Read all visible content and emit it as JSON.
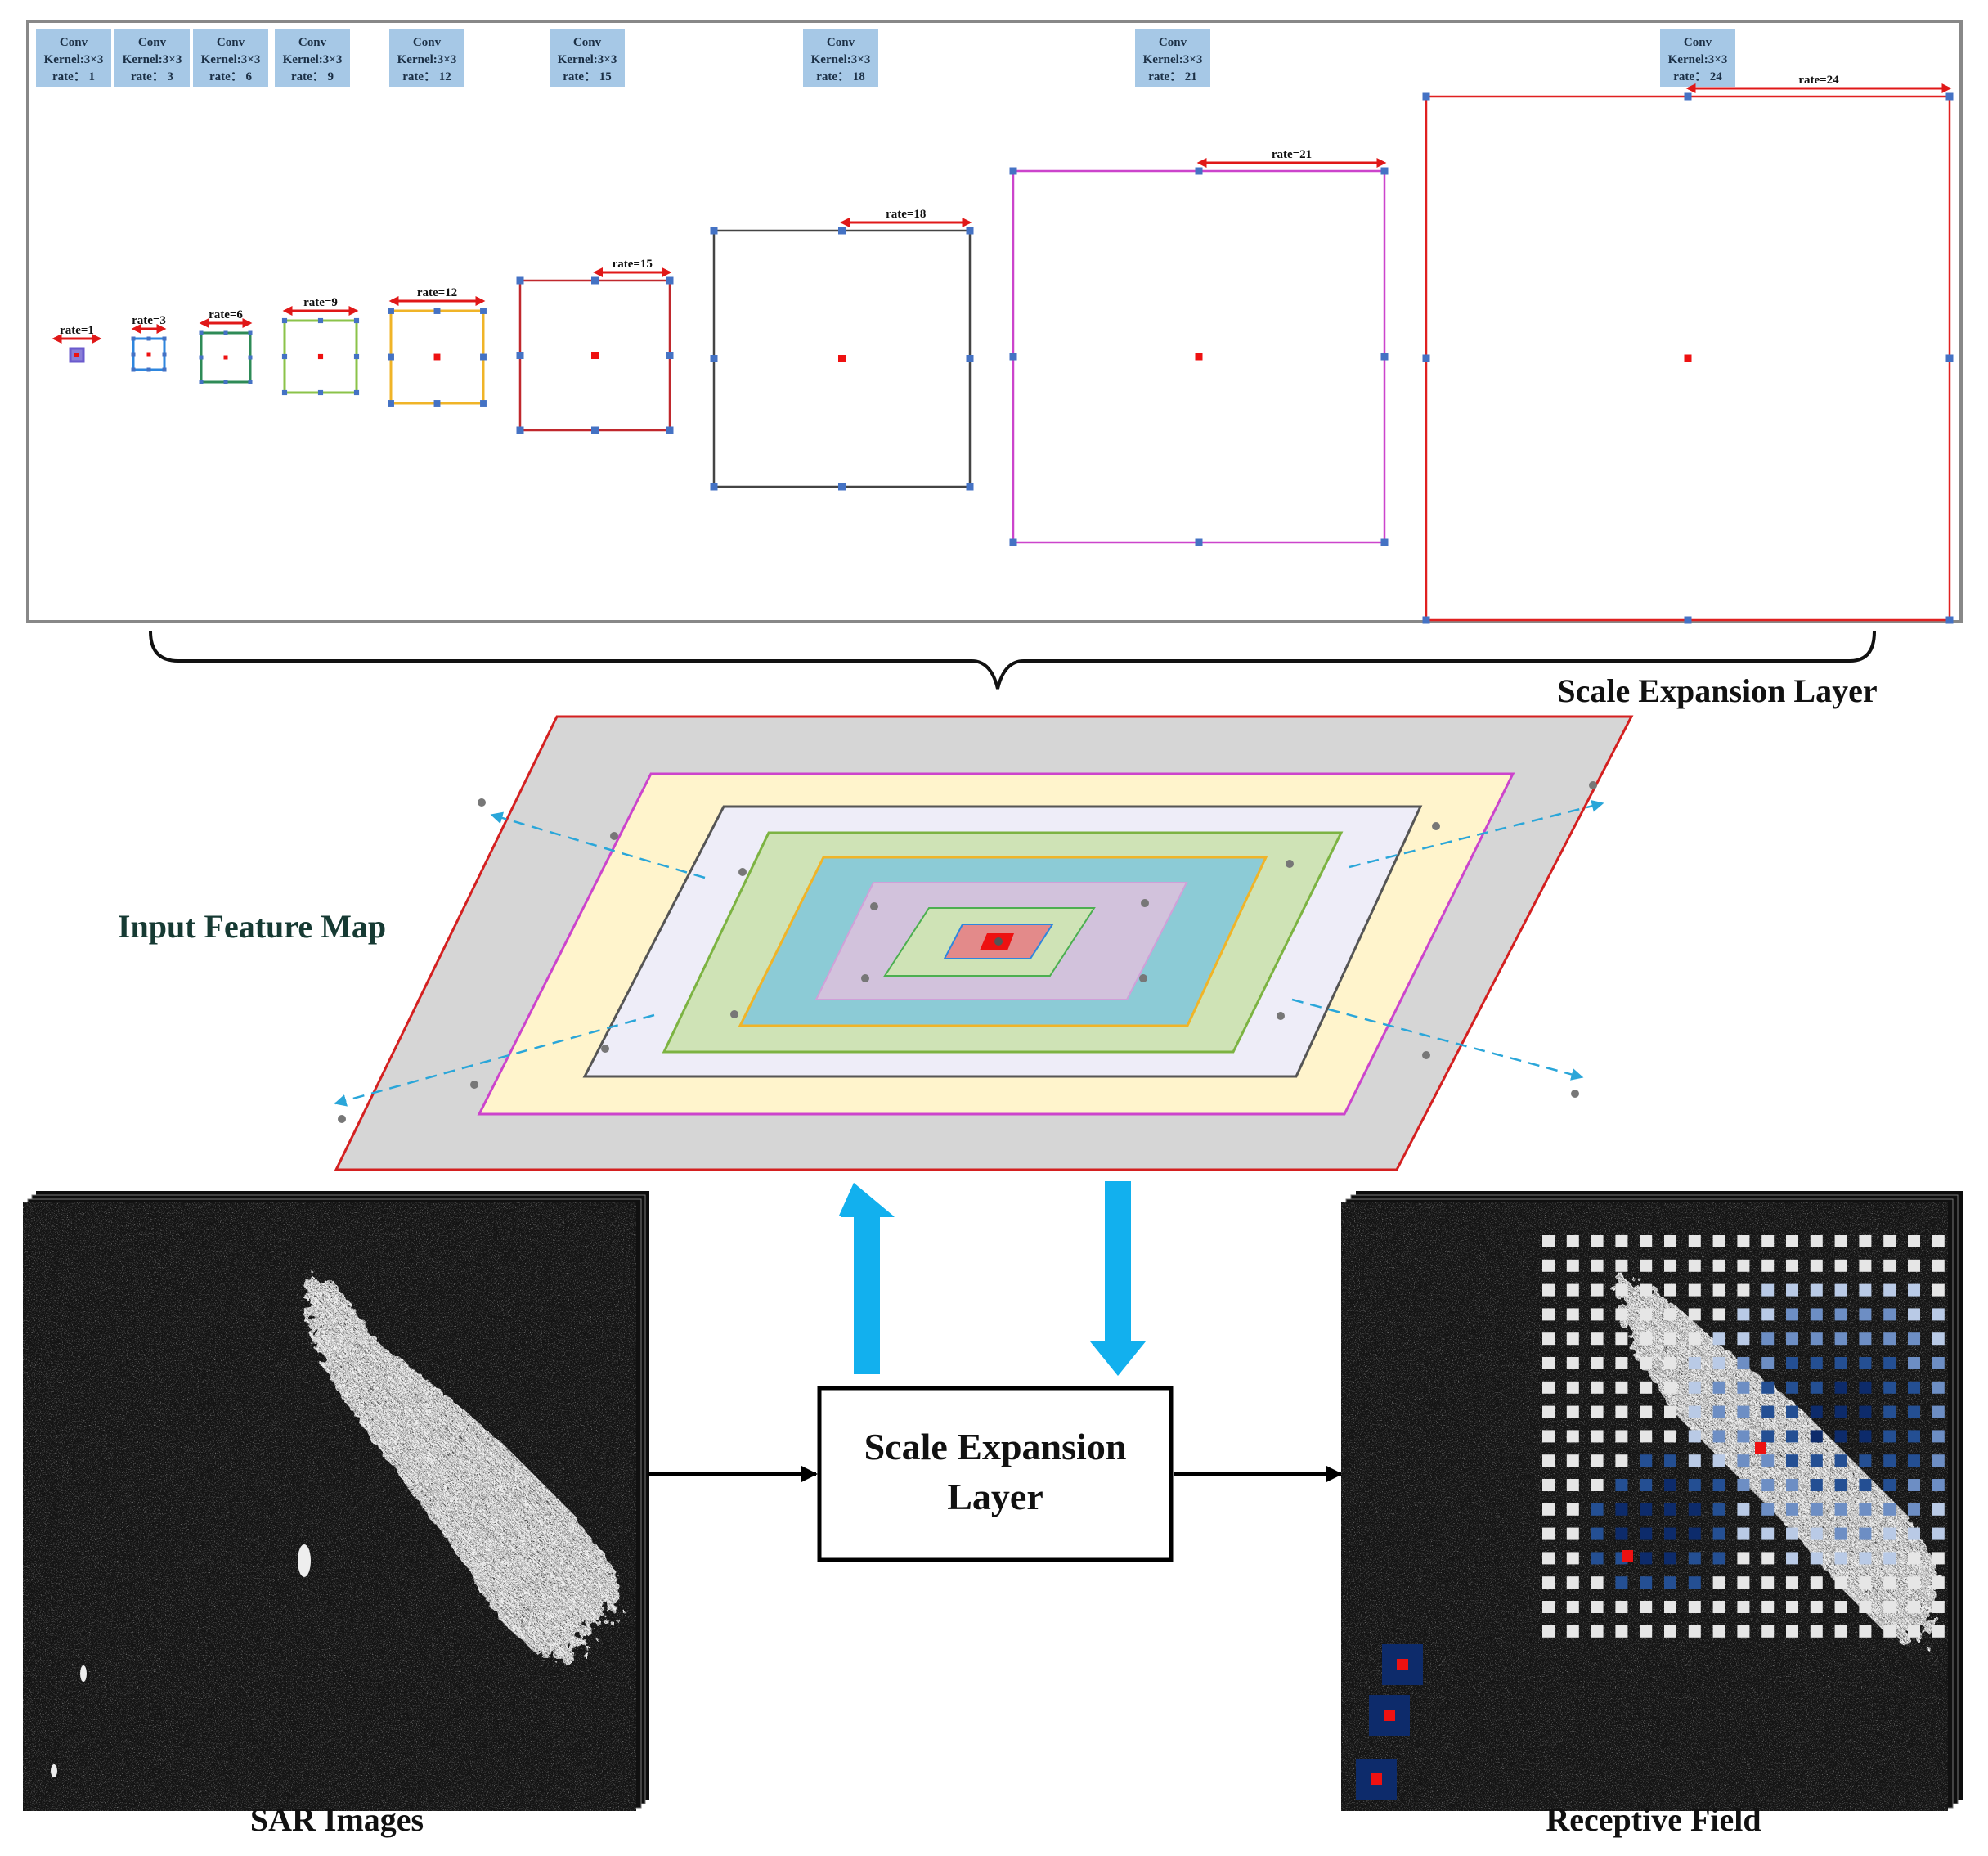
{
  "conv_blocks": [
    {
      "title": "Conv",
      "kernel": "Kernel:3×3",
      "rate": "rate： 1"
    },
    {
      "title": "Conv",
      "kernel": "Kernel:3×3",
      "rate": "rate： 3"
    },
    {
      "title": "Conv",
      "kernel": "Kernel:3×3",
      "rate": "rate： 6"
    },
    {
      "title": "Conv",
      "kernel": "Kernel:3×3",
      "rate": "rate： 9"
    },
    {
      "title": "Conv",
      "kernel": "Kernel:3×3",
      "rate": "rate： 12"
    },
    {
      "title": "Conv",
      "kernel": "Kernel:3×3",
      "rate": "rate： 15"
    },
    {
      "title": "Conv",
      "kernel": "Kernel:3×3",
      "rate": "rate： 18"
    },
    {
      "title": "Conv",
      "kernel": "Kernel:3×3",
      "rate": "rate： 21"
    },
    {
      "title": "Conv",
      "kernel": "Kernel:3×3",
      "rate": "rate： 24"
    }
  ],
  "rate_labels": [
    "rate=1",
    "rate=3",
    "rate=6",
    "rate=9",
    "rate=12",
    "rate=15",
    "rate=18",
    "rate=21",
    "rate=24"
  ],
  "kernel_colors": [
    "#6a5acd",
    "#2e86de",
    "#2e8b57",
    "#8bc34a",
    "#f0b428",
    "#c0282d",
    "#444444",
    "#cc44cc",
    "#e02020"
  ],
  "labels": {
    "scale_expansion_layer": "Scale Expansion Layer",
    "input_feature_map": "Input Feature Map",
    "process_box_line1": "Scale Expansion",
    "process_box_line2": "Layer",
    "sar_images": "SAR Images",
    "receptive_field": "Receptive Field"
  },
  "colors": {
    "conv_block_fill": "#a6c8e6",
    "sample_point": "#4472c4",
    "center_point": "#ee1111",
    "flow_arrow": "#12b0ee",
    "projection_line": "#2aa6d9",
    "feature_map_border": "#d42020"
  }
}
